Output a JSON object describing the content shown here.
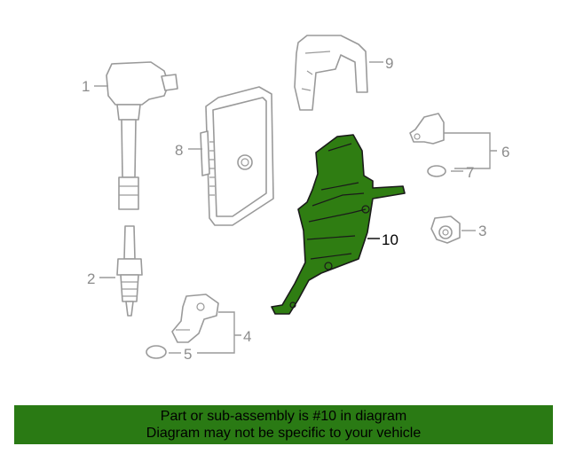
{
  "callouts": {
    "c1": "1",
    "c2": "2",
    "c3": "3",
    "c4": "4",
    "c5": "5",
    "c6": "6",
    "c7": "7",
    "c8": "8",
    "c9": "9",
    "c10": "10"
  },
  "highlight_color": "#2a7a14",
  "highlighted_part": "10",
  "banner": {
    "line1": "Part or sub-assembly is #10 in diagram",
    "line2": "Diagram may not be specific to your vehicle"
  }
}
